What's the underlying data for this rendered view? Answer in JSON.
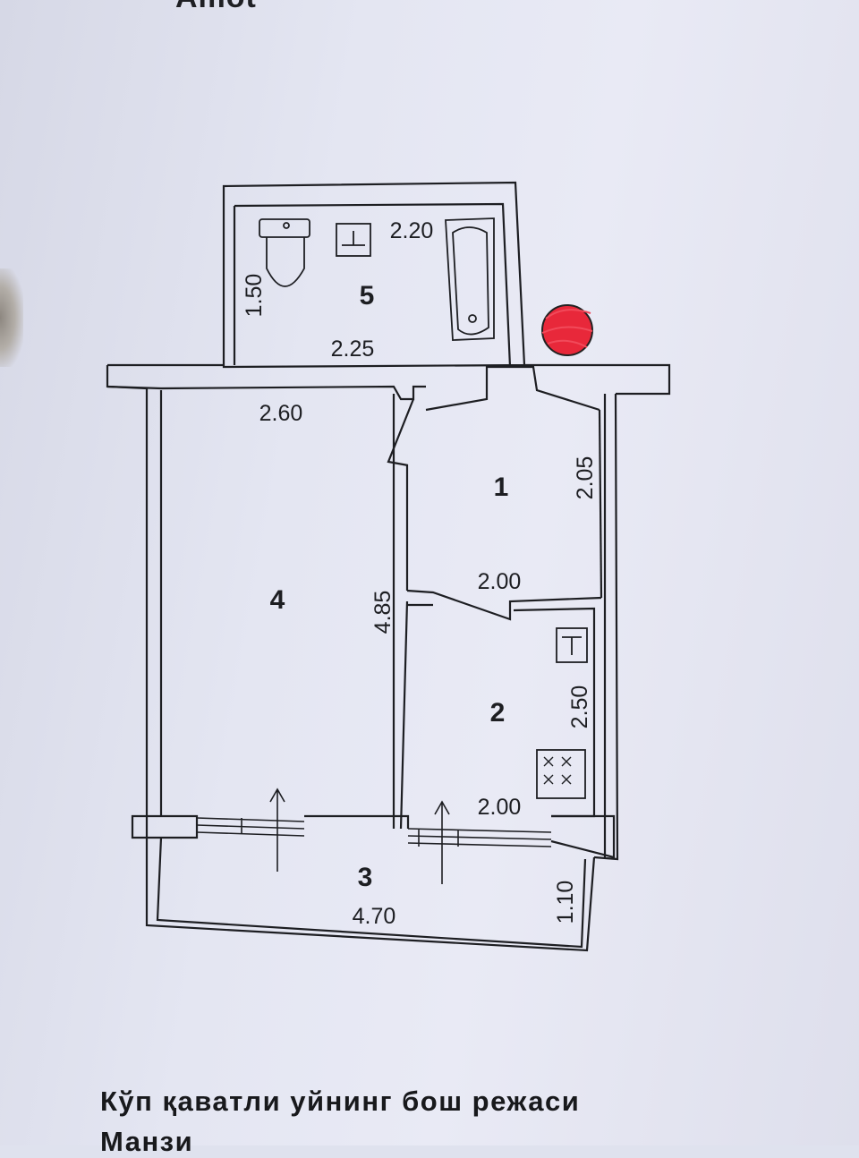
{
  "page": {
    "top_text": "Amot",
    "caption_line1": "Кўп қаватли уйнинг бош режаси",
    "caption_line2": "Манзи"
  },
  "rooms": {
    "r1": "1",
    "r2": "2",
    "r3": "3",
    "r4": "4",
    "r5": "5"
  },
  "dimensions": {
    "bath_top": "2.20",
    "bath_side": "1.50",
    "bath_bottom": "2.25",
    "living_top": "2.60",
    "living_side": "4.85",
    "hall_side": "2.05",
    "hall_bottom": "2.00",
    "kitchen_side": "2.50",
    "kitchen_bottom": "2.00",
    "balcony_width": "4.70",
    "balcony_depth": "1.10"
  },
  "colors": {
    "line": "#1d1e22",
    "marker_fill": "#e8283a"
  }
}
